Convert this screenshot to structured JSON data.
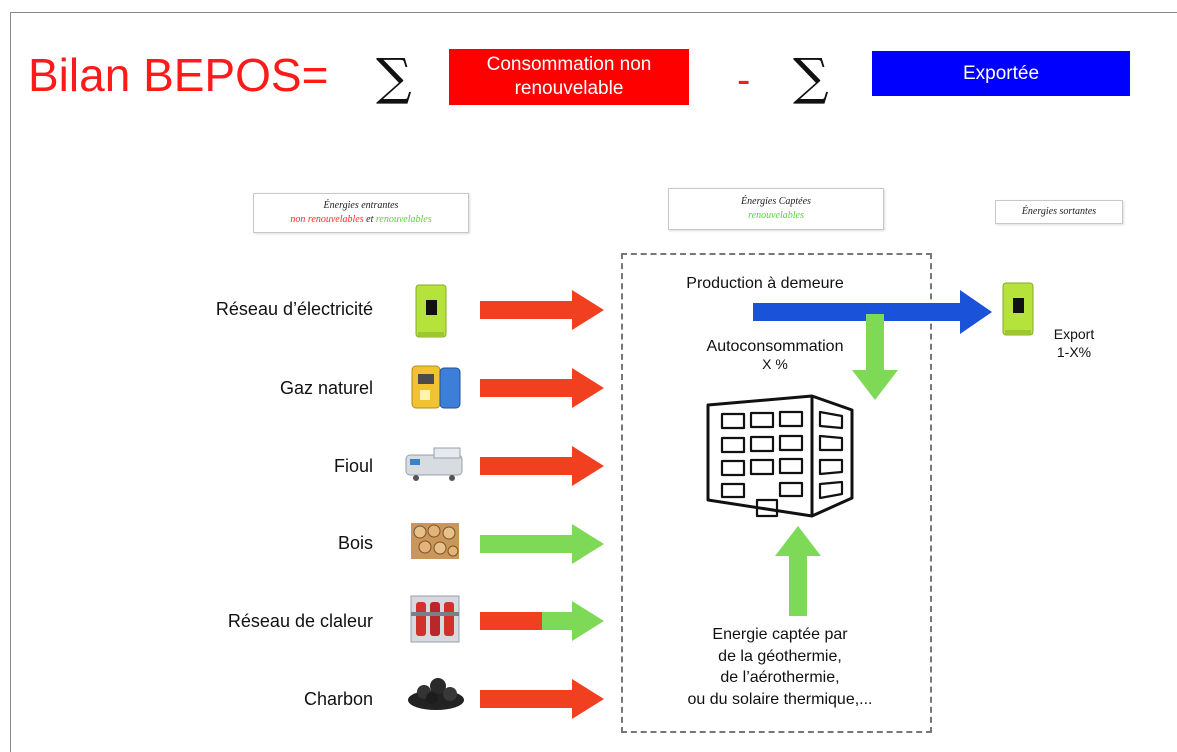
{
  "header": {
    "title": "Bilan BEPOS=",
    "sigma_symbol": "∑",
    "consumption_box": [
      "Consommation non",
      "renouvelable"
    ],
    "minus_symbol": "-",
    "exported_box": "Exportée"
  },
  "legends": {
    "incoming_title": "Énergies entrantes",
    "incoming_red": "non renouvelables",
    "incoming_and": " et ",
    "incoming_green": "renouvelables",
    "captured_title": "Énergies Captées",
    "captured_green": "renouvelables",
    "outgoing_title": "Énergies sortantes"
  },
  "sources": [
    {
      "label": "Réseau d’électricité",
      "icon": "electric-meter-icon",
      "arrow": "red"
    },
    {
      "label": "Gaz naturel",
      "icon": "gas-meter-icon",
      "arrow": "red"
    },
    {
      "label": "Fioul",
      "icon": "fuel-truck-icon",
      "arrow": "red"
    },
    {
      "label": "Bois",
      "icon": "wood-logs-icon",
      "arrow": "green"
    },
    {
      "label": "Réseau de claleur",
      "icon": "heat-network-icon",
      "arrow": "red-green"
    },
    {
      "label": "Charbon",
      "icon": "coal-icon",
      "arrow": "red"
    }
  ],
  "center": {
    "production": "Production à demeure",
    "autoconsommation": [
      "Autoconsommation",
      "X %"
    ],
    "captured_text": [
      "Energie captée par",
      "de la géothermie,",
      "de l’aérothermie,",
      "ou du solaire thermique,..."
    ]
  },
  "export": {
    "label": [
      "Export",
      "1-X%"
    ],
    "icon": "electric-meter-icon"
  },
  "colors": {
    "red": "#ff0000",
    "blue": "#0000ff",
    "arrow_red": "#f1401f",
    "arrow_green": "#7ed957",
    "arrow_blue": "#1a52d9",
    "meter_green": "#b6e23c"
  }
}
